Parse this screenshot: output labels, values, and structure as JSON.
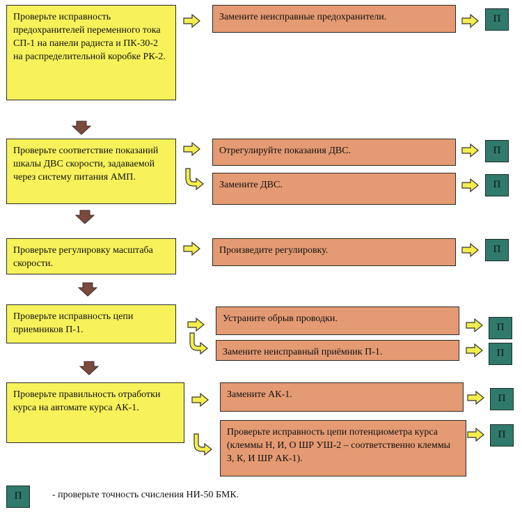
{
  "steps": [
    {
      "check": "Проверьте исправность предохранителей переменного тока СП-1 на панели радиста и    ПК-30-2 на распределительной коробке РК-2.",
      "actions": [
        "Замените неисправные предохранители."
      ]
    },
    {
      "check": "Проверьте соответствие показаний шкалы ДВС скорости, задаваемой через систему питания АМП.",
      "actions": [
        "Отрегулируйте  показания ДВС.",
        "Замените ДВС."
      ]
    },
    {
      "check": "Проверьте регулировку масштаба скорости.",
      "actions": [
        "Произведите регулировку."
      ]
    },
    {
      "check": "Проверьте исправность цепи приемников П-1.",
      "actions": [
        "Устраните  обрыв проводки.",
        "Замените неисправный приёмник П-1."
      ]
    },
    {
      "check": "Проверьте правильность отработки курса на автомате курса АК-1.",
      "actions": [
        "Замените АК-1.",
        "Проверьте исправность цепи потенциометра курса (клеммы Н, И, О   ШР  УШ-2 – соответственно клеммы З, К, И  ШР  АК-1)."
      ]
    }
  ],
  "terminal_label": "П",
  "legend": {
    "symbol": "П",
    "text": "- проверьте  точность счисления НИ-50 БМК."
  },
  "colors": {
    "check_box": "#f7f25a",
    "action_box": "#e49a72",
    "terminal_box": "#2f7a6b",
    "right_arrow": "#f3ee4e",
    "down_arrow": "#7a4a3c"
  }
}
